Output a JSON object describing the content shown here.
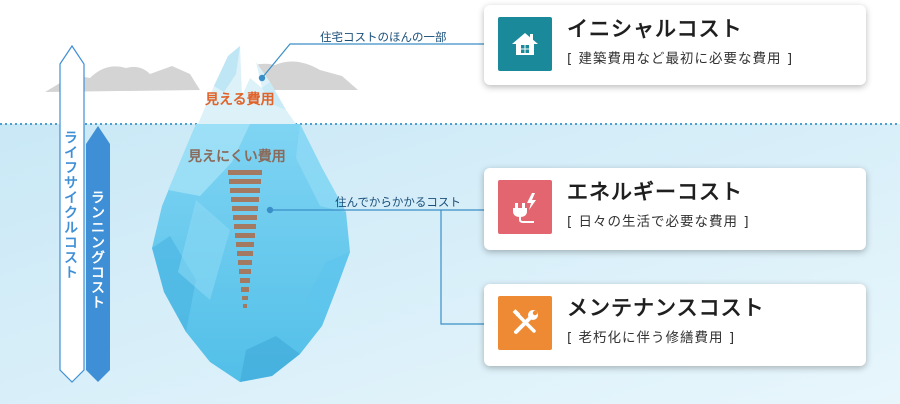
{
  "callouts": {
    "top": "住宅コストのほんの一部",
    "middle": "住んでからかかるコスト"
  },
  "iceberg": {
    "visible_label": "見える費用",
    "hidden_label": "見えにくい費用"
  },
  "vertical_labels": {
    "lifecycle": "ライフサイクルコスト",
    "running": "ランニングコスト"
  },
  "cards": [
    {
      "title": "イニシャルコスト",
      "subtitle": "[ 建築費用など最初に必要な費用 ]",
      "icon": "house-icon",
      "color": "#1a8a9a"
    },
    {
      "title": "エネルギーコスト",
      "subtitle": "[ 日々の生活で必要な費用 ]",
      "icon": "plug-icon",
      "color": "#e26570"
    },
    {
      "title": "メンテナンスコスト",
      "subtitle": "[ 老朽化に伴う修繕費用 ]",
      "icon": "tools-icon",
      "color": "#ed8a33"
    }
  ],
  "colors": {
    "water": "#d6eef9",
    "waterline": "#4a9fd0",
    "visible_label": "#e0632a",
    "hidden_label": "#8a6a5a",
    "lifecycle_arrow": "#ffffff",
    "running_arrow": "#3f8fd6"
  }
}
